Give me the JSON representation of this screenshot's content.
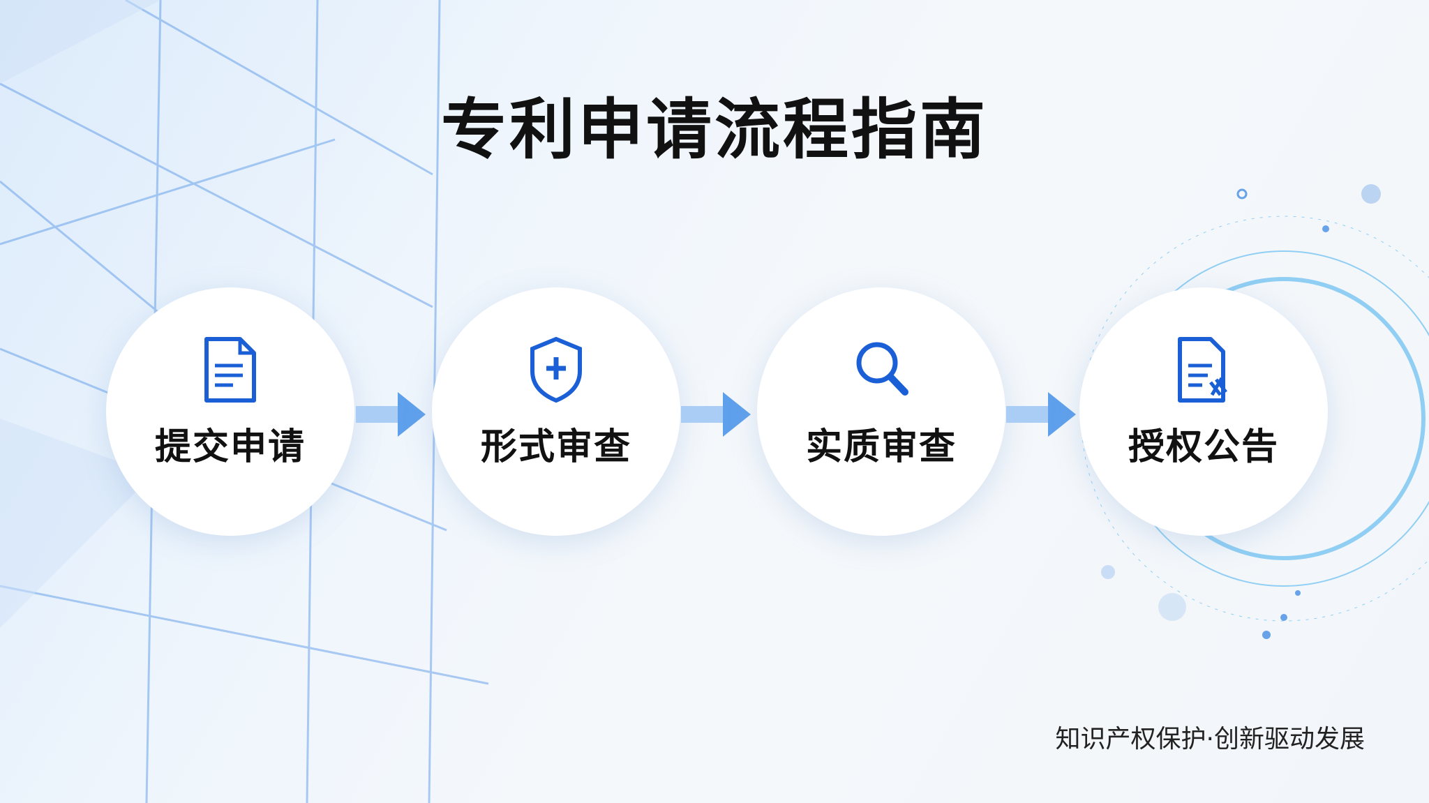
{
  "title": "专利申请流程指南",
  "steps": [
    {
      "label": "提交申请",
      "icon": "document-icon"
    },
    {
      "label": "形式审查",
      "icon": "shield-icon"
    },
    {
      "label": "实质审查",
      "icon": "magnifier-icon"
    },
    {
      "label": "授权公告",
      "icon": "certified-document-icon"
    }
  ],
  "footer": "知识产权保护·创新驱动发展",
  "colors": {
    "accent": "#1a5fd6",
    "arrow": "#7fb3f0"
  }
}
